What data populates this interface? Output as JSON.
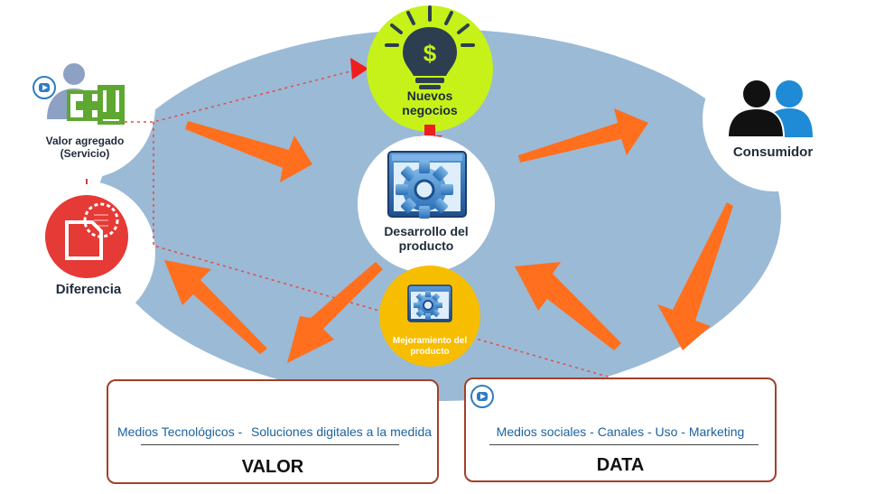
{
  "nodes": {
    "nuevos": "Nuevos negocios",
    "desarrollo": "Desarrollo del producto",
    "mejoramiento": "Mejoramiento del producto",
    "valor_agregado": "Valor agregado (Servicio)",
    "diferencia": "Diferencia",
    "consumidor": "Consumidor"
  },
  "boxes": {
    "valor": {
      "line_left": "Medios Tecnológicos -",
      "line_right": "Soluciones digitales a la medida",
      "title": "VALOR"
    },
    "data": {
      "line": "Medios sociales - Canales  - Uso - Marketing",
      "title": "DATA"
    }
  },
  "colors": {
    "ellipse": "#9bbad6",
    "arrow": "#ff6f1e",
    "lime": "#c6f21a",
    "gold": "#f7bd00",
    "dotted": "#e05050",
    "box_border": "#a2402a"
  }
}
